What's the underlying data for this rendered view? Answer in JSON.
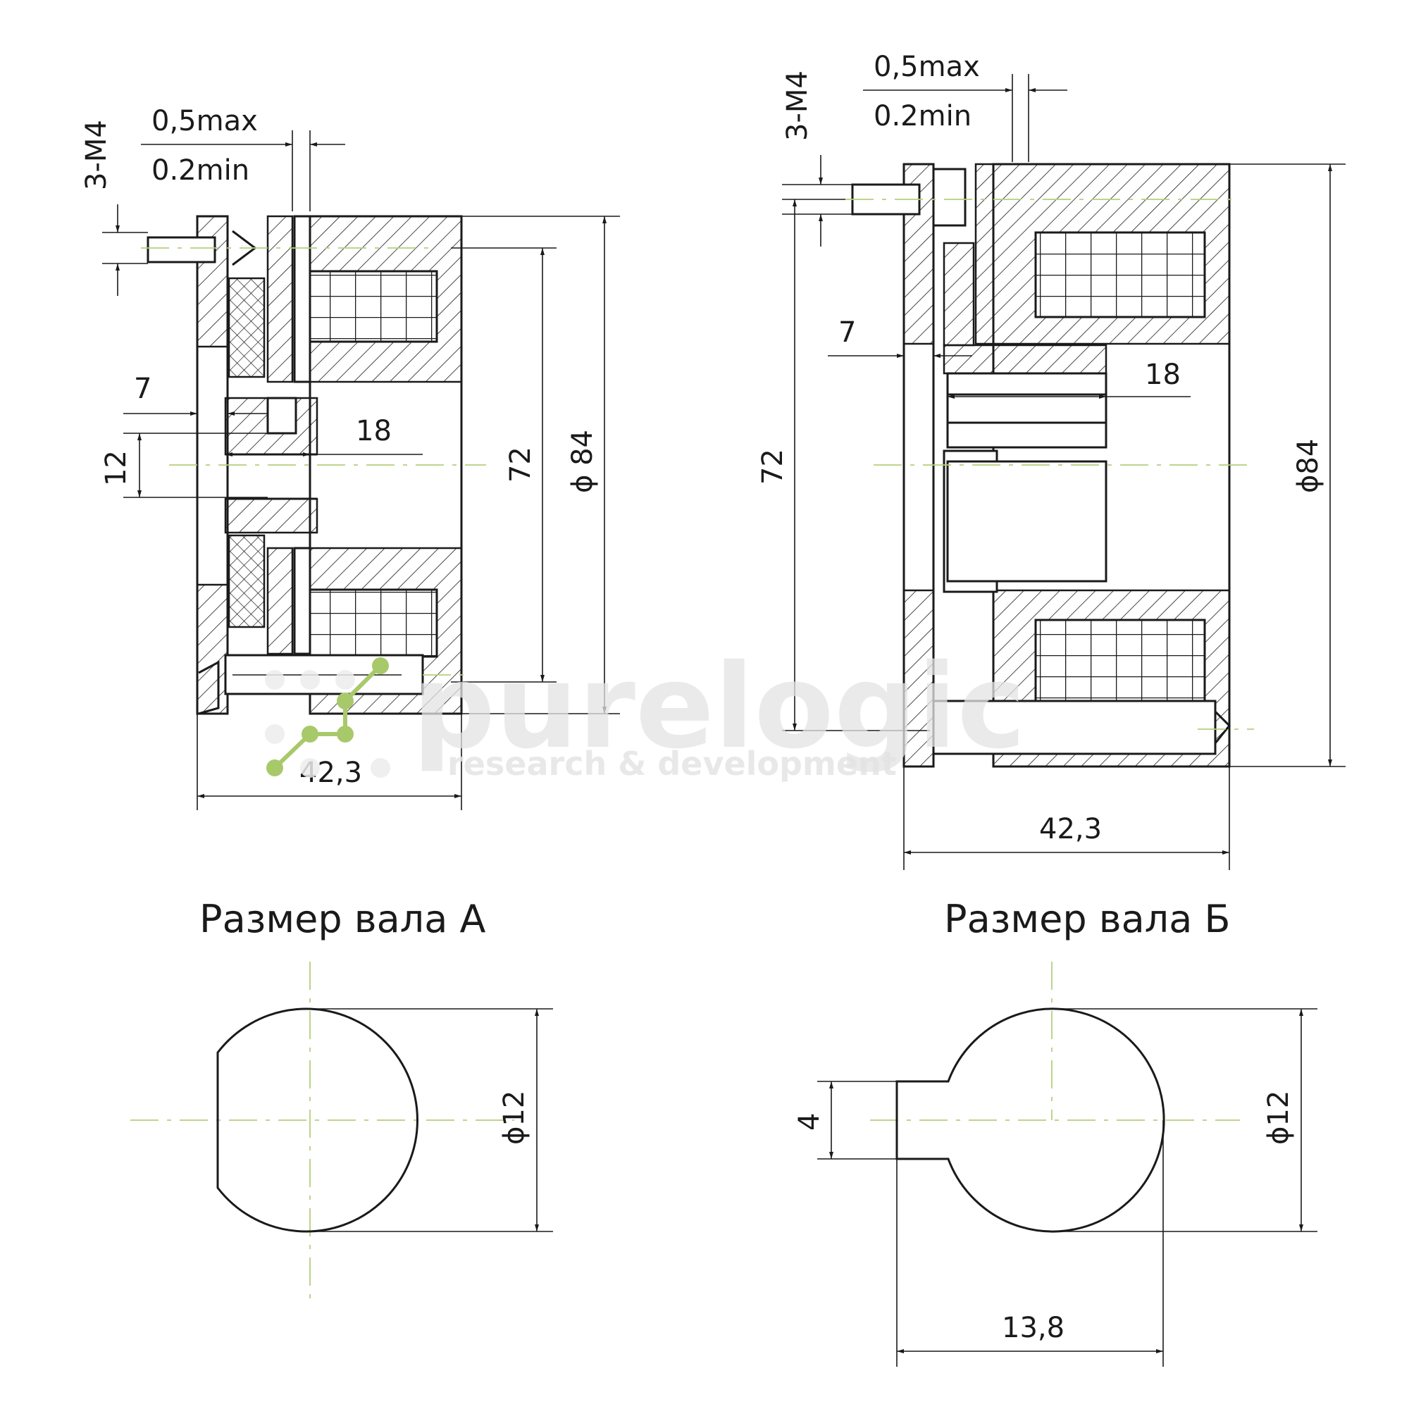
{
  "view_a": {
    "thread": "3-M4",
    "gap_max": "0,5max",
    "gap_min": "0.2min",
    "dim_7": "7",
    "dim_12": "12",
    "dim_18": "18",
    "dim_72": "72",
    "dim_84": "ϕ 84",
    "dim_length": "42,3"
  },
  "view_b": {
    "thread": "3-M4",
    "gap_max": "0,5max",
    "gap_min": "0.2min",
    "dim_7": "7",
    "dim_18": "18",
    "dim_72": "72",
    "dim_84": "ϕ84",
    "dim_length": "42,3"
  },
  "shaft_a": {
    "title": "Размер вала А",
    "diameter": "ϕ12"
  },
  "shaft_b": {
    "title": "Размер вала Б",
    "diameter": "ϕ12",
    "key_width": "4",
    "overall": "13,8"
  },
  "watermark": {
    "brand": "purelogic",
    "tagline": "research & development"
  },
  "colors": {
    "line": "#1a1a1a",
    "centerline": "#b5cf7e",
    "watermark_logo": "#a8c96a"
  }
}
